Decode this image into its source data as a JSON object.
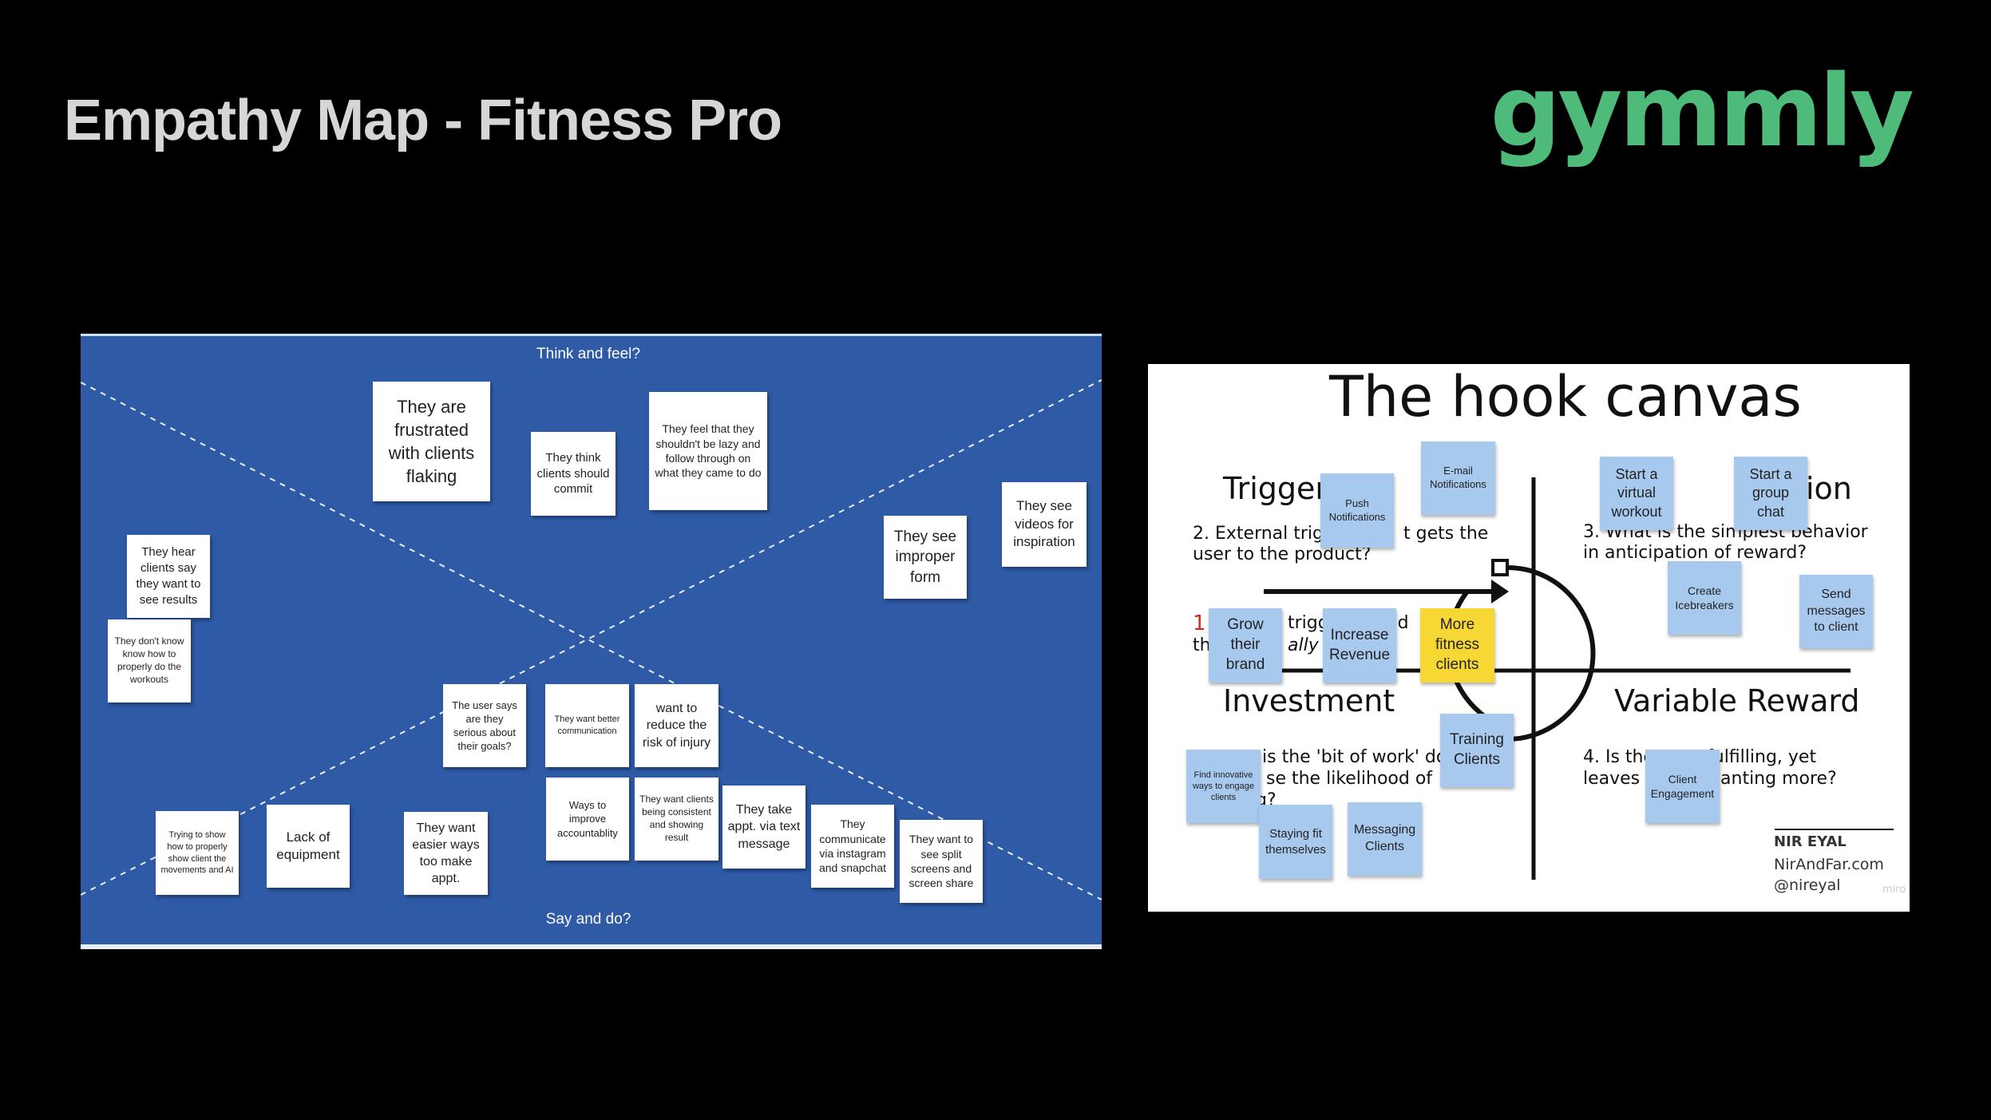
{
  "header": {
    "title": "Empathy Map - Fitness Pro",
    "logo": "gymmly"
  },
  "empathy_map": {
    "top_label": "Think and feel?",
    "bottom_label": "Say and do?",
    "stickies": [
      "They are frustrated with clients flaking",
      "They think clients should commit",
      "They feel that they shouldn't be lazy and follow through on what they came to do",
      "They see improper form",
      "They see videos for inspiration",
      "They hear clients say they want to see results",
      "They don't know know how to properly do the workouts",
      "The user says are they serious about their goals?",
      "They want better communication",
      "want to reduce the risk of injury",
      "Ways to improve accountablity",
      "They want clients being consistent and showing result",
      "They take appt. via text message",
      "They communicate via instagram and snapchat",
      "They want to see split screens and screen share",
      "Trying to show how to properly show client the movements and AI",
      "Lack of equipment",
      "They want easier ways too make appt."
    ]
  },
  "hook_canvas": {
    "title": "The hook canvas",
    "trigger_heading": "Trigger",
    "action_heading": "ion",
    "investment_heading": "Investment",
    "reward_heading": "Variable Reward",
    "q2": [
      "2. External trig",
      "t gets the",
      "user to the product?"
    ],
    "q3": [
      "3. What is the simplest behavior",
      "in anticipation of reward?"
    ],
    "q1_num": "1",
    "q1": [
      "trigg",
      "t d",
      "th",
      "ally v"
    ],
    "q5": [
      "is the 'bit of work' do",
      "se the likelihood of",
      "g?"
    ],
    "q4": [
      "4. Is the",
      "fulfilling, yet",
      "leaves t",
      "vanting more?"
    ],
    "author": {
      "name": "NIR EYAL",
      "site": "NirAndFar.com",
      "handle": "@nireyal"
    },
    "watermark": "miro",
    "stickies": [
      "E-mail Notifications",
      "Push Notifications",
      "Start a virtual workout",
      "Start a group chat",
      "Create Icebreakers",
      "Send messages to client",
      "Grow their brand",
      "Increase Revenue",
      "More fitness clients",
      "Training Clients",
      "Find innovative ways to engage clients",
      "Client Engagement",
      "Staying fit themselves",
      "Messaging Clients"
    ]
  },
  "colors": {
    "background": "#000000",
    "board_blue": "#2e5aa6",
    "logo_green": "#4ebb7b",
    "sticky_blue": "#a8c9ee",
    "sticky_yellow": "#f7d733",
    "accent_red": "#d6281c"
  }
}
